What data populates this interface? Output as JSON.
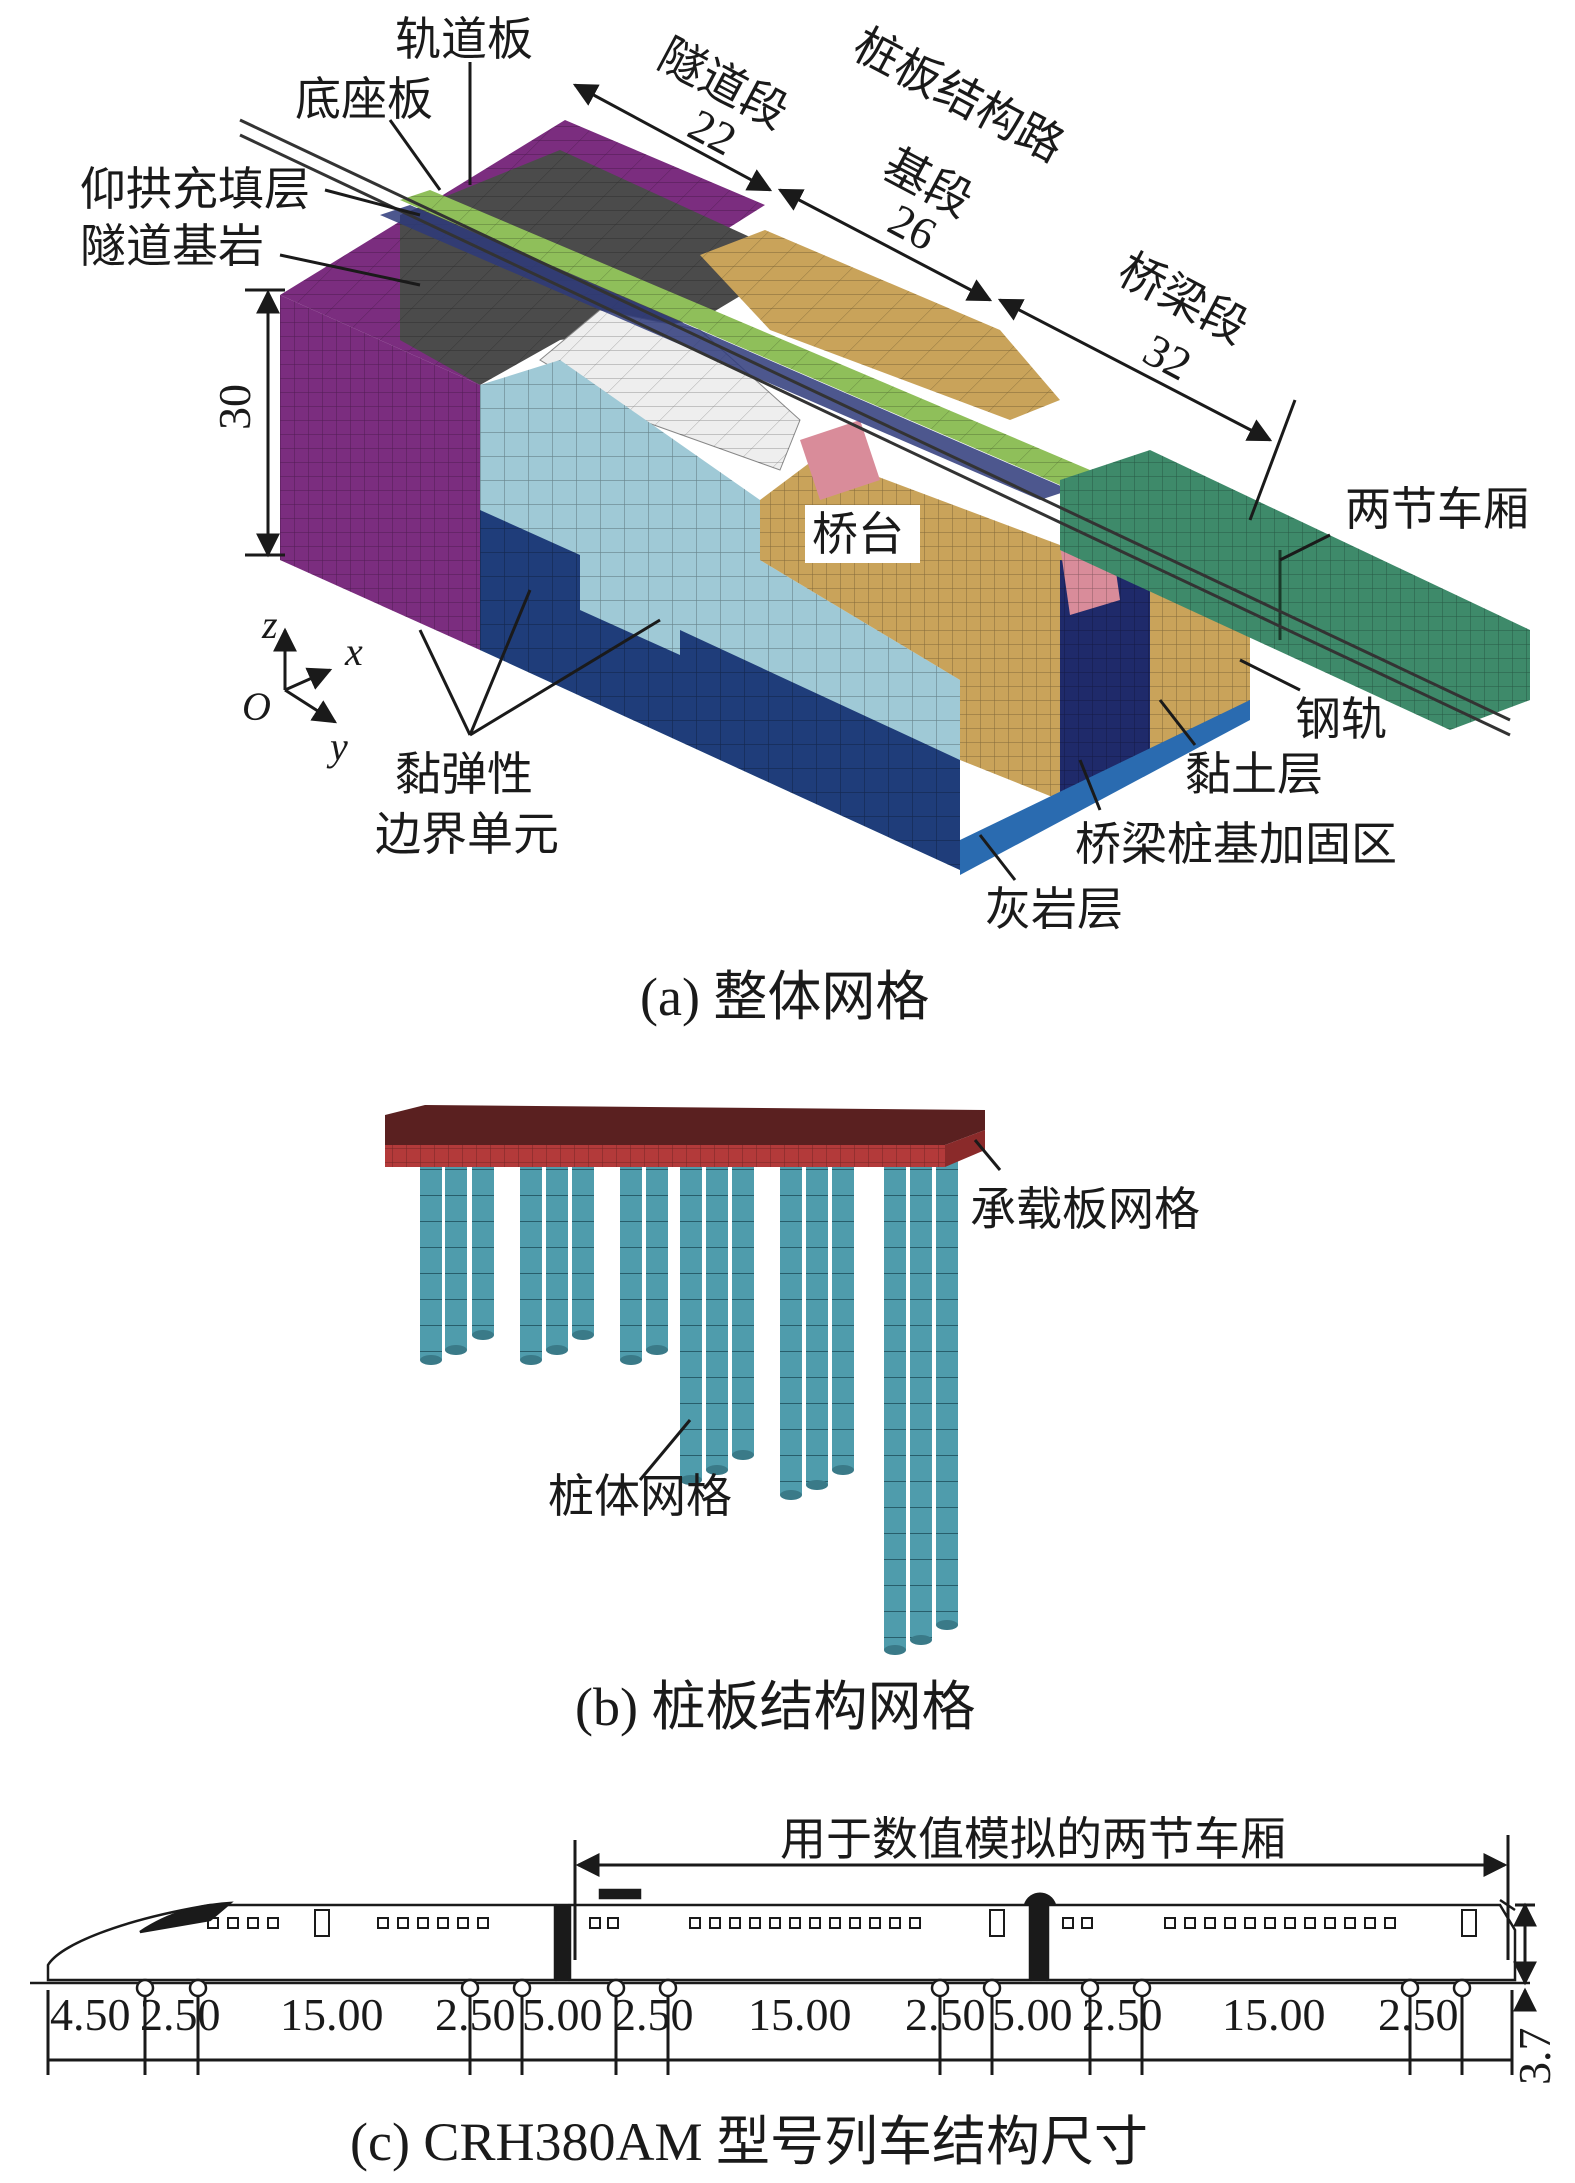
{
  "panel_a": {
    "labels": {
      "track_slab": "轨道板",
      "base_slab": "底座板",
      "invert_fill": "仰拱充填层",
      "tunnel_bedrock": "隧道基岩",
      "tunnel_section": "隧道段",
      "pile_plate_section_1": "桩板结构路",
      "pile_plate_section_2": "基段",
      "bridge_section": "桥梁段",
      "abutment": "桥台",
      "two_cars": "两节车厢",
      "rail": "钢轨",
      "clay_layer": "黏土层",
      "pile_reinforce": "桥梁桩基加固区",
      "limestone": "灰岩层",
      "viscoelastic_1": "黏弹性",
      "viscoelastic_2": "边界单元"
    },
    "dims": {
      "tunnel": "22",
      "pile_plate": "26",
      "bridge": "32",
      "height": "30"
    },
    "axes": {
      "z": "z",
      "x": "x",
      "y": "y",
      "o": "O"
    },
    "caption": "(a) 整体网格"
  },
  "panel_b": {
    "labels": {
      "plate_mesh": "承载板网格",
      "pile_mesh": "桩体网格"
    },
    "caption": "(b) 桩板结构网格"
  },
  "panel_c": {
    "title": "用于数值模拟的两节车厢",
    "dims": [
      "4.50",
      "2.50",
      "15.00",
      "2.50",
      "5.00",
      "2.50",
      "15.00",
      "2.50",
      "5.00",
      "2.50",
      "15.00",
      "2.50"
    ],
    "height_dim": "3.7",
    "caption": "(c) CRH380AM 型号列车结构尺寸"
  },
  "colors": {
    "purple": "#7b2d7f",
    "light_blue": "#9fc9d6",
    "dark_blue": "#1f3d7a",
    "tan": "#c9a35a",
    "green": "#3e8a6a",
    "pink": "#d98c9a",
    "grey": "#5a5a5a",
    "pile": "#4f9cac",
    "plate": "#7a2a2a"
  }
}
